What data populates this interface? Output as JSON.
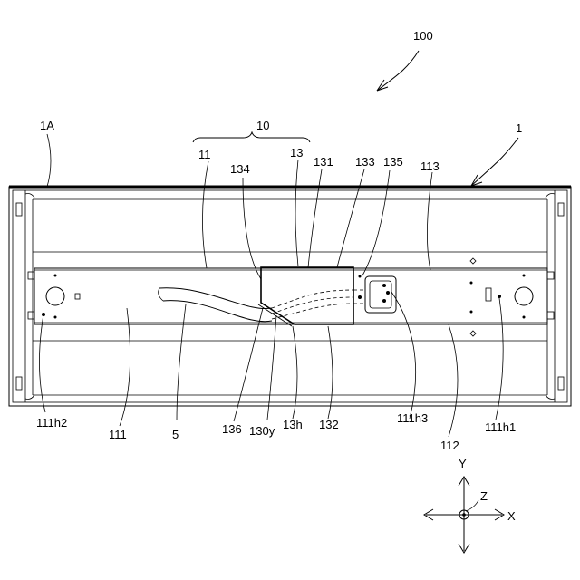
{
  "labels": {
    "l100": "100",
    "l1A": "1A",
    "l10": "10",
    "l1": "1",
    "l11": "11",
    "l13": "13",
    "l134": "134",
    "l131": "131",
    "l133": "133",
    "l135": "135",
    "l113": "113",
    "l111h2": "111h2",
    "l111": "111",
    "l5": "5",
    "l136": "136",
    "l130y": "130y",
    "l13h": "13h",
    "l132": "132",
    "l111h3": "111h3",
    "l112": "112",
    "l111h1": "111h1"
  },
  "axes": {
    "y": "Y",
    "z": "Z",
    "x": "X"
  }
}
